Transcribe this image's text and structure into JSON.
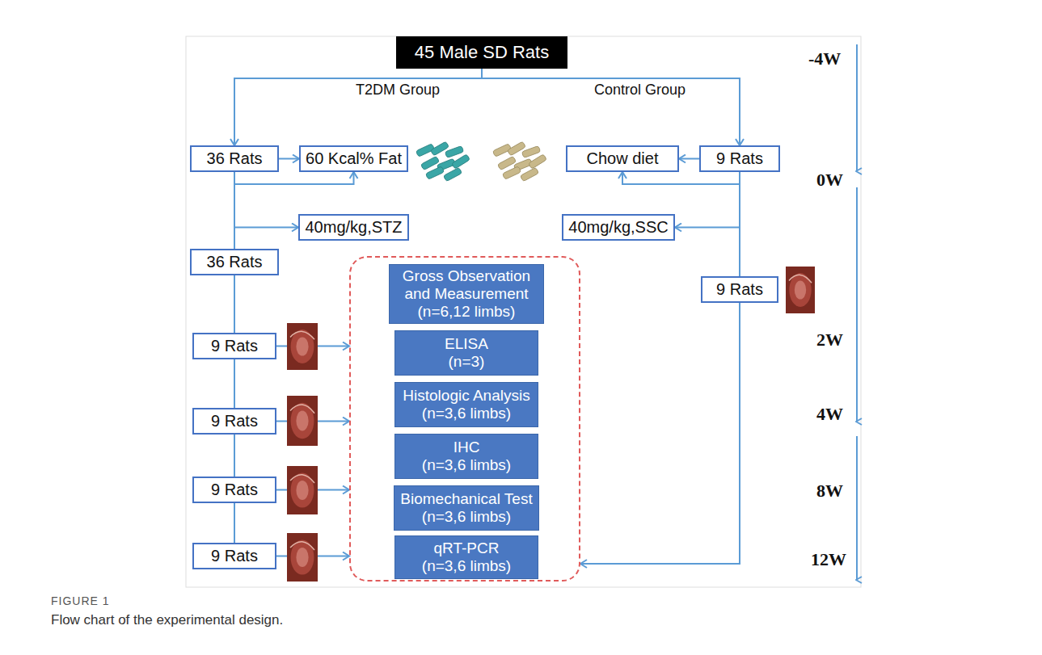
{
  "diagram": {
    "caption": "Flow chart of the experimental design.",
    "nodes": [
      {
        "text": [
          "45 Male SD Rats"
        ]
      },
      {
        "text": [
          "36 Rats"
        ]
      },
      {
        "text": [
          "60 Kcal% Fat"
        ]
      },
      {
        "text": [
          "Chow diet"
        ]
      },
      {
        "text": [
          "9 Rats"
        ]
      },
      {
        "text": [
          "40mg/kg,STZ"
        ]
      },
      {
        "text": [
          "40mg/kg,SSC"
        ]
      },
      {
        "text": [
          "36 Rats"
        ]
      },
      {
        "text": [
          "9 Rats"
        ]
      },
      {
        "text": [
          "9 Rats"
        ]
      },
      {
        "text": [
          "9 Rats"
        ]
      },
      {
        "text": [
          "9 Rats"
        ]
      },
      {
        "text": [
          "9 Rats"
        ]
      },
      {
        "text": []
      },
      {
        "text": [
          "Gross Observation and Measurement",
          "(n=6,12 limbs)"
        ],
        "in": 13
      },
      {
        "text": [
          "ELISA",
          "(n=3)"
        ],
        "in": 13
      },
      {
        "text": [
          "Histologic Analysis",
          "(n=3,6 limbs)"
        ],
        "in": 13
      },
      {
        "text": [
          "IHC",
          "(n=3,6 limbs)"
        ],
        "in": 13
      },
      {
        "text": [
          "Biomechanical Test",
          "(n=3,6 limbs)"
        ],
        "in": 13
      },
      {
        "text": [
          "qRT-PCR",
          "(n=3,6 limbs)"
        ],
        "in": 13
      }
    ],
    "edges": [
      {
        "from": 0,
        "to": 1,
        "arrow": "to"
      },
      {
        "from": 0,
        "to": 4,
        "arrow": "to"
      },
      {
        "from": 1,
        "to": 2,
        "arrow": "to"
      },
      {
        "from": 1,
        "to": 2,
        "arrow": "to"
      },
      {
        "from": 1,
        "to": 5,
        "arrow": "to"
      },
      {
        "from": 1,
        "to": 7,
        "arrow": "none"
      },
      {
        "from": 4,
        "to": 3,
        "arrow": "to"
      },
      {
        "from": 4,
        "to": 3,
        "arrow": "to"
      },
      {
        "from": 4,
        "to": 6,
        "arrow": "to"
      },
      {
        "from": 4,
        "to": 8,
        "arrow": "none"
      },
      {
        "from": 7,
        "to": 9,
        "arrow": "none"
      },
      {
        "from": 9,
        "to": 10,
        "arrow": "none"
      },
      {
        "from": 10,
        "to": 11,
        "arrow": "none"
      },
      {
        "from": 11,
        "to": 12,
        "arrow": "none"
      },
      {
        "from": 9,
        "to": 13,
        "arrow": "to"
      },
      {
        "from": 10,
        "to": 13,
        "arrow": "to"
      },
      {
        "from": 11,
        "to": 13,
        "arrow": "to"
      },
      {
        "from": 12,
        "to": 13,
        "arrow": "to"
      },
      {
        "from": 8,
        "to": 13,
        "arrow": "to"
      }
    ],
    "labels": [
      "T2DM Group",
      "Control Group",
      "-4W",
      "0W",
      "2W",
      "4W",
      "8W",
      "12W",
      "FIGURE 1"
    ]
  }
}
